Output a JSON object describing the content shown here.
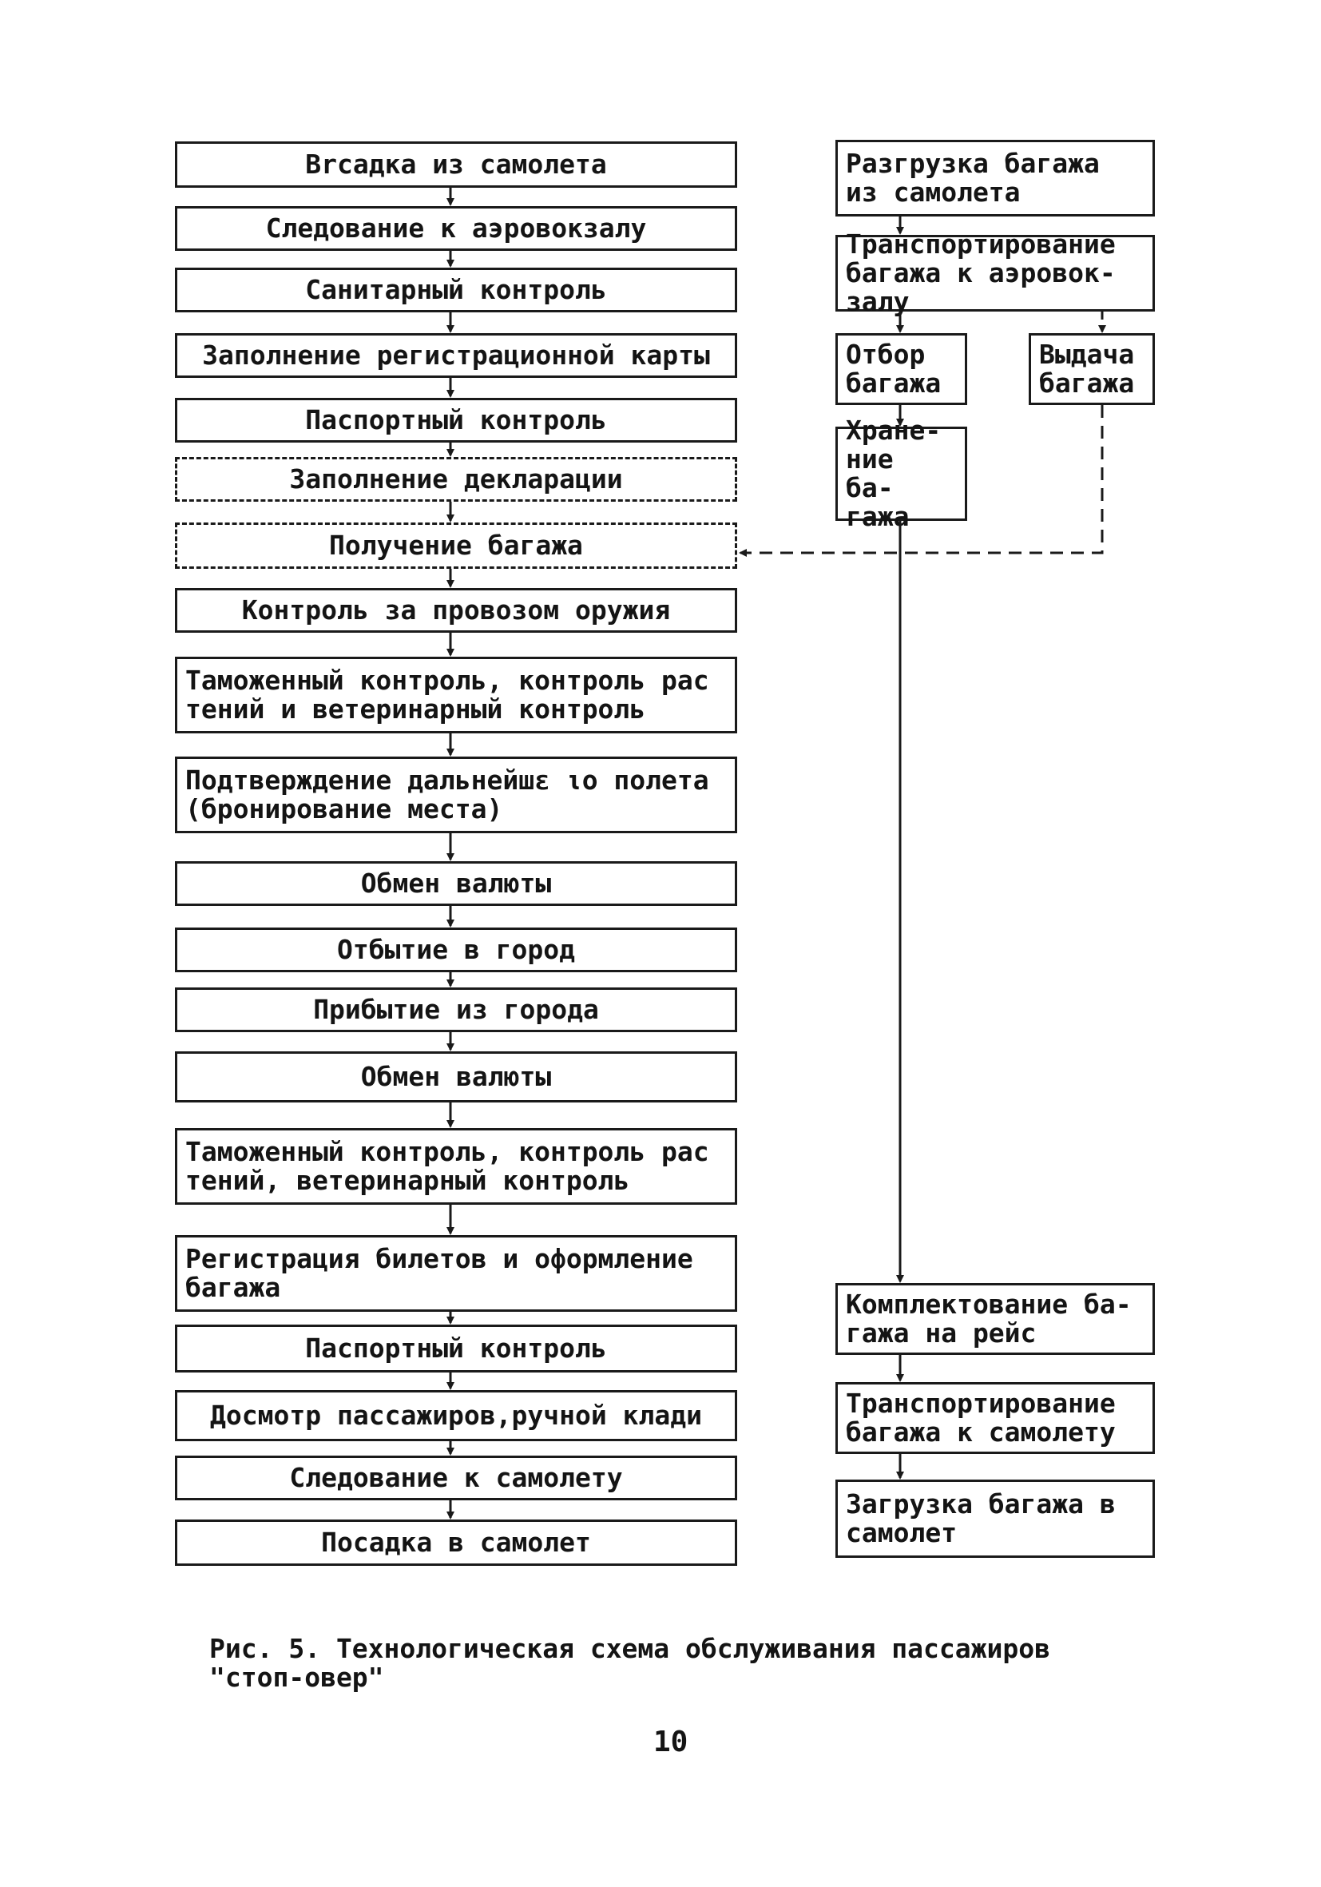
{
  "passenger_flow": [
    {
      "id": "p1",
      "label": "Вrсадка из самолета"
    },
    {
      "id": "p2",
      "label": "Следование к аэровокзалу"
    },
    {
      "id": "p3",
      "label": "Санитарный  контроль"
    },
    {
      "id": "p4",
      "label": "Заполнение регистрационной карты"
    },
    {
      "id": "p5",
      "label": "Паспортный  контроль"
    },
    {
      "id": "p6",
      "label": "Заполнение декларации"
    },
    {
      "id": "p7",
      "label": "Получение багажа"
    },
    {
      "id": "p8",
      "label": "Контроль за провозом оружия"
    },
    {
      "id": "p9",
      "label": "Таможенный контроль, контроль рас\nтений и ветеринарный контроль"
    },
    {
      "id": "p10",
      "label": "Подтверждение дальнейшε ιο полета\n(бронирование места)"
    },
    {
      "id": "p11",
      "label": "Обмен валюты"
    },
    {
      "id": "p12",
      "label": "Отбытие в  город"
    },
    {
      "id": "p13",
      "label": "Прибытие  из  города"
    },
    {
      "id": "p14",
      "label": "Обмен валюты"
    },
    {
      "id": "p15",
      "label": "Таможенный контроль, контроль рас\nтений, ветеринарный контроль"
    },
    {
      "id": "p16",
      "label": "Регистрация билетов и  оформление\nбагажа"
    },
    {
      "id": "p17",
      "label": "Паспортный контроль"
    },
    {
      "id": "p18",
      "label": "Досмотр пассажиров,ручной клади"
    },
    {
      "id": "p19",
      "label": "Следование к самолету"
    },
    {
      "id": "p20",
      "label": "Посадка в самолет"
    }
  ],
  "baggage_flow": [
    {
      "id": "b1",
      "label": "Разгрузка багажа\nиз самолета"
    },
    {
      "id": "b2",
      "label": "Транспортирование\nбагажа к аэровок-\nзалу"
    },
    {
      "id": "b3",
      "label": "Отбор\nбагажа"
    },
    {
      "id": "b4",
      "label": "Выдача\nбагажа"
    },
    {
      "id": "b5",
      "label": "Хране-\nние ба-\nгажа"
    },
    {
      "id": "b6",
      "label": "Комплектование ба-\nгажа на рейс"
    },
    {
      "id": "b7",
      "label": "Транспортирование\nбагажа к самолету"
    },
    {
      "id": "b8",
      "label": "Загрузка багажа в\nсамолет"
    }
  ],
  "caption": "Рис. 5. Технологическая схема обслуживания пассажиров\n\"стоп-овер\"",
  "page_number": "10"
}
